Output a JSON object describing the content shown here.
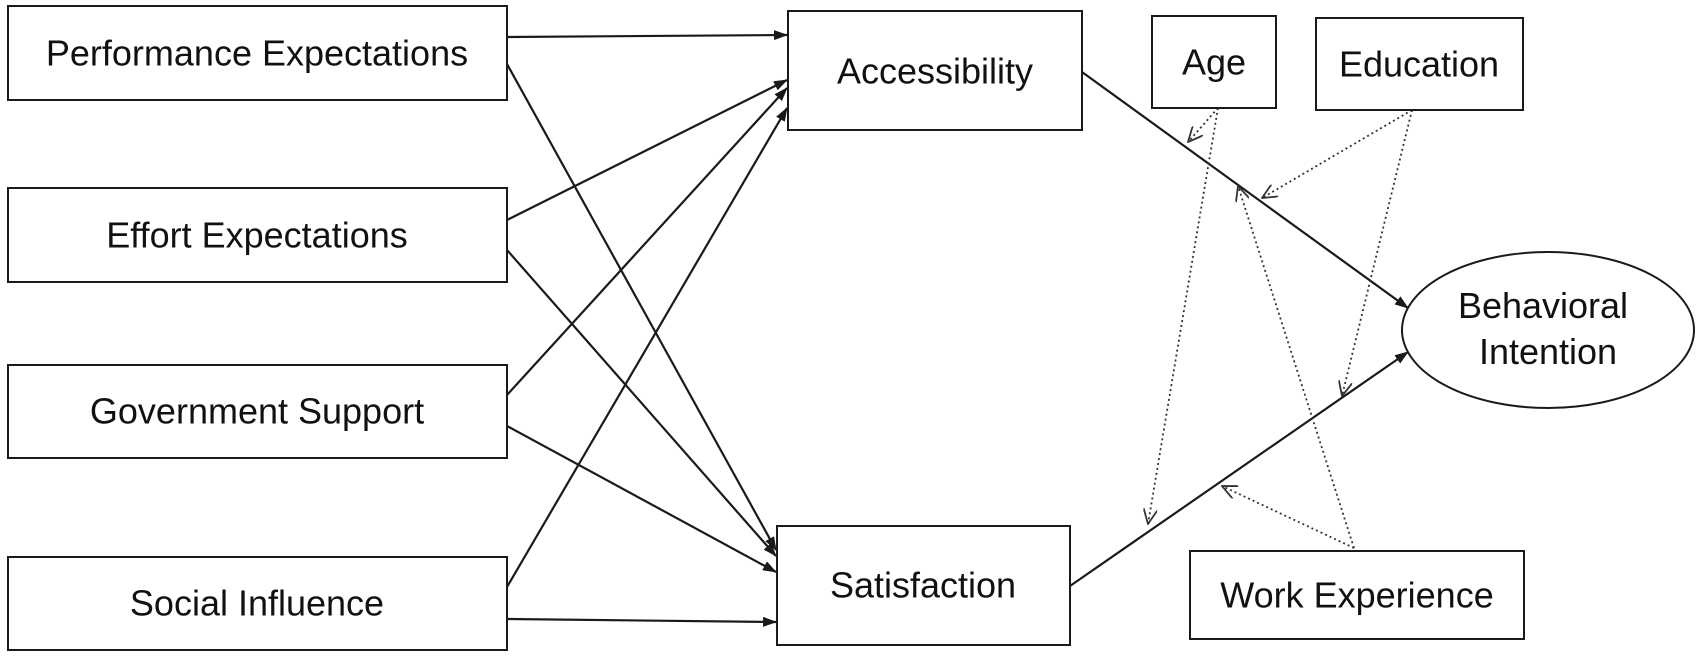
{
  "nodes": {
    "performance_expectations": "Performance Expectations",
    "effort_expectations": "Effort Expectations",
    "government_support": "Government Support",
    "social_influence": "Social Influence",
    "accessibility": "Accessibility",
    "satisfaction": "Satisfaction",
    "age": "Age",
    "education": "Education",
    "behavioral_intention_line1": "Behavioral",
    "behavioral_intention_line2": "Intention",
    "work_experience": "Work Experience"
  }
}
